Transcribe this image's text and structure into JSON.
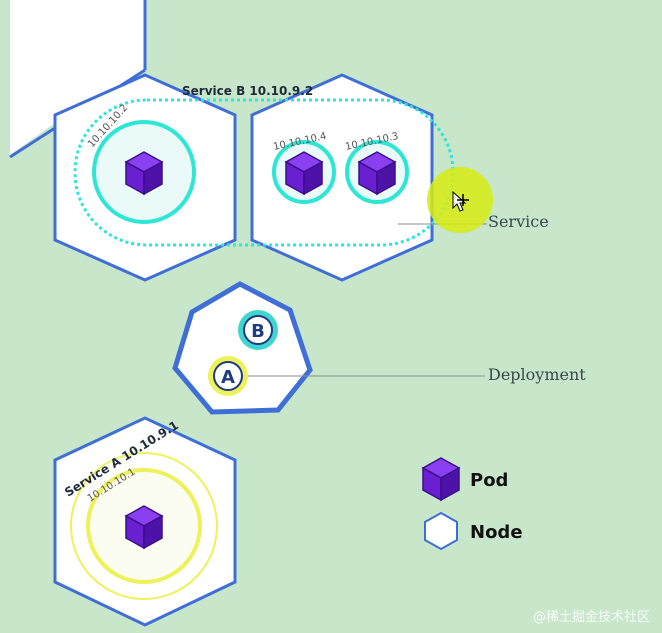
{
  "service_b": {
    "title": "Service B 10.10.9.2"
  },
  "service_a": {
    "title": "Service A 10.10.9.1"
  },
  "pods": {
    "node1_pod": {
      "ip": "10.10.10.2"
    },
    "node2_pod1": {
      "ip": "10.10.10.4"
    },
    "node2_pod2": {
      "ip": "10.10.10.3"
    },
    "node3_pod": {
      "ip": "10.10.10.1"
    }
  },
  "deployment_badges": {
    "b": "B",
    "a": "A"
  },
  "callouts": {
    "service": "Service",
    "deployment": "Deployment"
  },
  "legend": {
    "pod": "Pod",
    "node": "Node"
  },
  "watermark": "@稀土掘金技术社区",
  "colors": {
    "background": "#c8e6c9",
    "hexagon_stroke": "#3f6fd6",
    "service_b_ring": "#2ee6d6",
    "service_a_ring": "#eef25a",
    "pod_cube": "#6a1fd1",
    "cursor_highlight": "#d6ec12"
  },
  "icons": {
    "pod": "purple-cube-icon",
    "node": "hexagon-icon",
    "cursor": "move-cursor-icon"
  }
}
